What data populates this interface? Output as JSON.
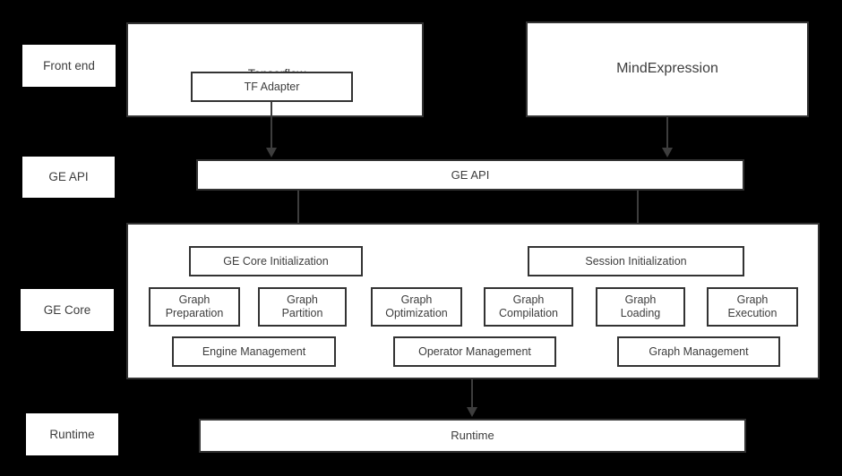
{
  "diagram": {
    "background_color": "#000000",
    "box_fill": "#ffffff",
    "border_color": "#333333",
    "text_color": "#3d3d3d"
  },
  "lanes": [
    {
      "label": "Front end"
    },
    {
      "label": "GE API"
    },
    {
      "label": "GE Core"
    },
    {
      "label": "Runtime"
    }
  ],
  "frontend": {
    "tensorflow": {
      "title": "Tensorflow",
      "adapter": "TF Adapter"
    },
    "mindexpression": {
      "title": "MindExpression"
    }
  },
  "ge_api_bar": {
    "label": "GE API"
  },
  "ge_core": {
    "initialization": [
      {
        "label": "GE Core Initialization"
      },
      {
        "label": "Session Initialization"
      }
    ],
    "units": [
      {
        "line1": "Graph",
        "line2": "Preparation"
      },
      {
        "line1": "Graph",
        "line2": "Partition"
      },
      {
        "line1": "Graph",
        "line2": "Optimization"
      },
      {
        "line1": "Graph",
        "line2": "Compilation"
      },
      {
        "line1": "Graph",
        "line2": "Loading"
      },
      {
        "line1": "Graph",
        "line2": "Execution"
      }
    ],
    "management": [
      {
        "label": "Engine Management"
      },
      {
        "label": "Operator Management"
      },
      {
        "label": "Graph Management"
      }
    ]
  },
  "runtime_bar": {
    "label": "Runtime"
  },
  "connectors": [
    {
      "from": "TF Adapter",
      "to": "GE API"
    },
    {
      "from": "MindExpression",
      "to": "GE API"
    },
    {
      "from": "GE API",
      "to": "GE Core Initialization"
    },
    {
      "from": "GE API",
      "to": "Session Initialization"
    },
    {
      "from": "GE Core",
      "to": "Runtime"
    }
  ]
}
